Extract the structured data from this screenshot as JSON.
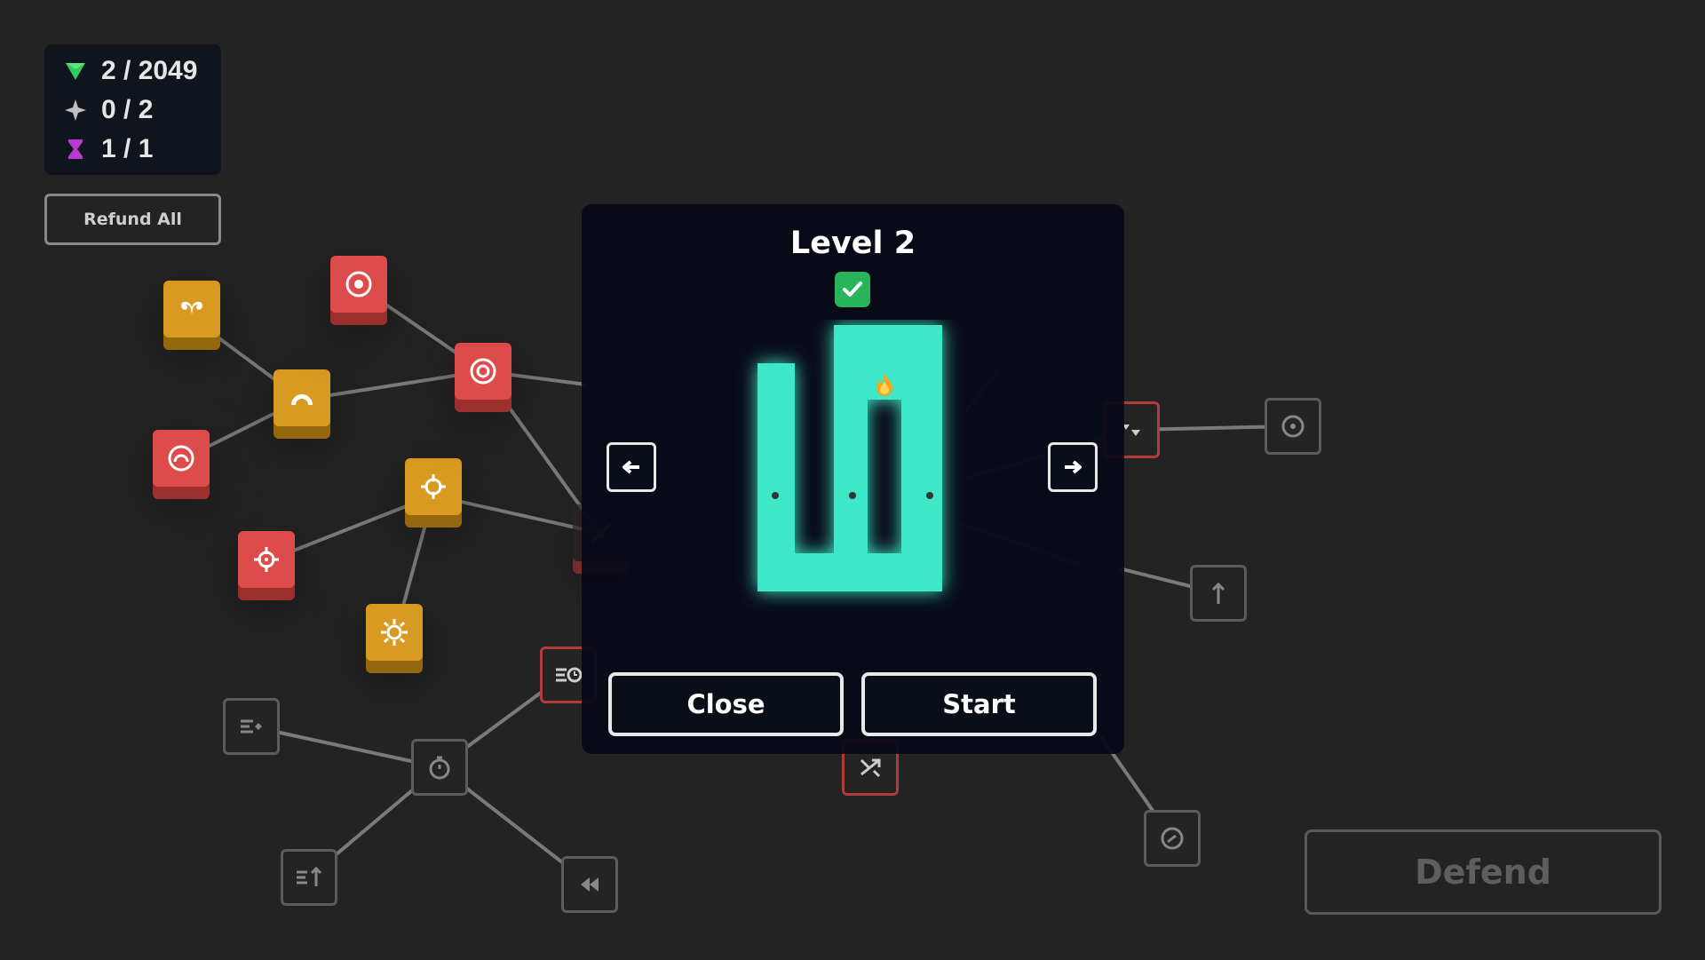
{
  "stats": {
    "gems": "2 / 2049",
    "stars": "0 / 2",
    "time": "1 / 1"
  },
  "buttons": {
    "refund_all": "Refund All",
    "defend": "Defend"
  },
  "level_modal": {
    "title": "Level 2",
    "completed": true,
    "close_label": "Close",
    "start_label": "Start"
  },
  "colors": {
    "background": "#232323",
    "node_red": "#dd4b4b",
    "node_gold": "#d99a22",
    "path_cyan": "#3ee8c8",
    "check_green": "#27b45a",
    "gem_green": "#2ecc5a",
    "time_purple": "#b93ad0"
  },
  "icons": {
    "gems": "green-triangle-icon",
    "stars": "sparkle-icon",
    "time": "hourglass-icon",
    "prev": "arrow-left-icon",
    "next": "arrow-right-icon",
    "fire": "fire-icon",
    "check": "checkmark-icon"
  }
}
